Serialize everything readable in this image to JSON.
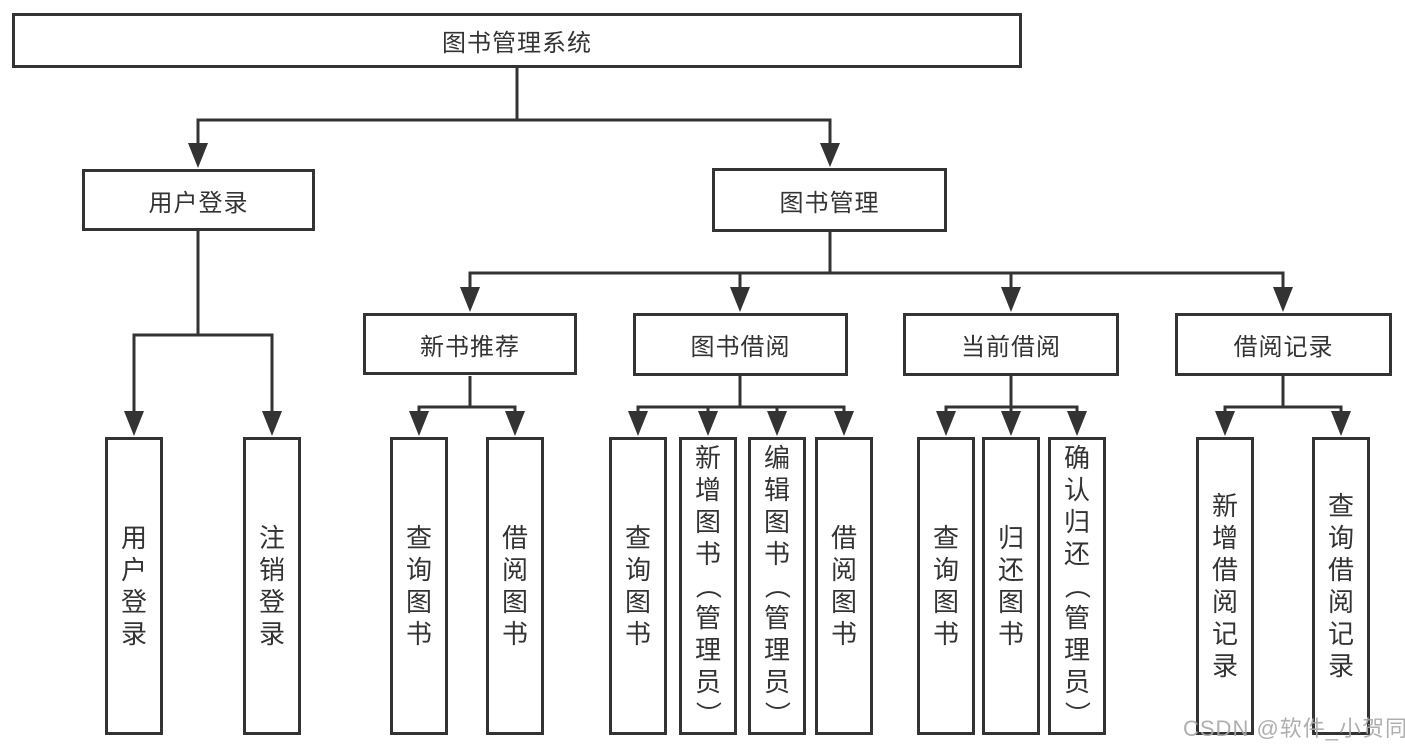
{
  "diagram": {
    "title": "图书管理系统",
    "branches": [
      {
        "label": "用户登录",
        "children": [
          {
            "label": "用户登录"
          },
          {
            "label": "注销登录"
          }
        ]
      },
      {
        "label": "图书管理",
        "children": [
          {
            "label": "新书推荐",
            "children": [
              {
                "label": "查询图书"
              },
              {
                "label": "借阅图书"
              }
            ]
          },
          {
            "label": "图书借阅",
            "children": [
              {
                "label": "查询图书"
              },
              {
                "label": "新增图书（管理员）"
              },
              {
                "label": "编辑图书（管理员）"
              },
              {
                "label": "借阅图书"
              }
            ]
          },
          {
            "label": "当前借阅",
            "children": [
              {
                "label": "查询图书"
              },
              {
                "label": "归还图书"
              },
              {
                "label": "确认归还（管理员）"
              }
            ]
          },
          {
            "label": "借阅记录",
            "children": [
              {
                "label": "新增借阅记录"
              },
              {
                "label": "查询借阅记录"
              }
            ]
          }
        ]
      }
    ]
  },
  "colors": {
    "line": "#333333",
    "box_border": "#333333",
    "text": "#333333",
    "watermark": "#a8a8a8",
    "background": "#ffffff"
  },
  "watermark": {
    "text": "CSDN @软件_小贺同学"
  }
}
